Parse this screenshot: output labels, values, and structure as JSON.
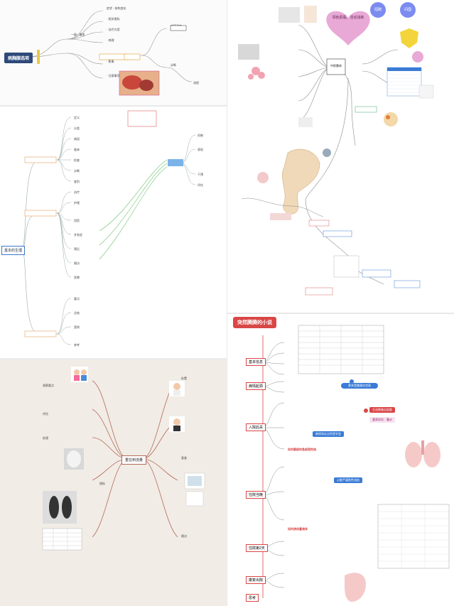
{
  "panels": {
    "top_left": {
      "root_label": "病胸腺选项"
    },
    "mid_left": {
      "root_label": "基本的生理"
    },
    "top_right": {
      "heart_label": "领色肌瓶、活动消耗",
      "circle_labels": [
        "招聘",
        "问国"
      ],
      "center_label": "中职腺体"
    },
    "bottom_left": {
      "center_label": "重在到流量"
    },
    "bottom_right": {
      "title": "突然腾腾的小说",
      "sections": [
        {
          "label": "基本信息"
        },
        {
          "label": "病情起源"
        },
        {
          "label": "入院后关"
        },
        {
          "label": "住院当晚"
        },
        {
          "label": "住院第2天"
        },
        {
          "label": "康复出院"
        },
        {
          "label": "思考"
        }
      ],
      "highlights": [
        "更多是健康实验表",
        "主动患者出血度",
        "重高积实：腹水",
        "继续知论吉性医学会",
        "如何腹部的急部是性结",
        "心脏严谨急性流血",
        "如何液体量液体"
      ]
    }
  },
  "colors": {
    "accent_red": "#e02020",
    "accent_blue": "#2f6fd8",
    "accent_green": "#2aa84a",
    "accent_orange": "#f08a24",
    "accent_purple": "#8b4fd8"
  }
}
